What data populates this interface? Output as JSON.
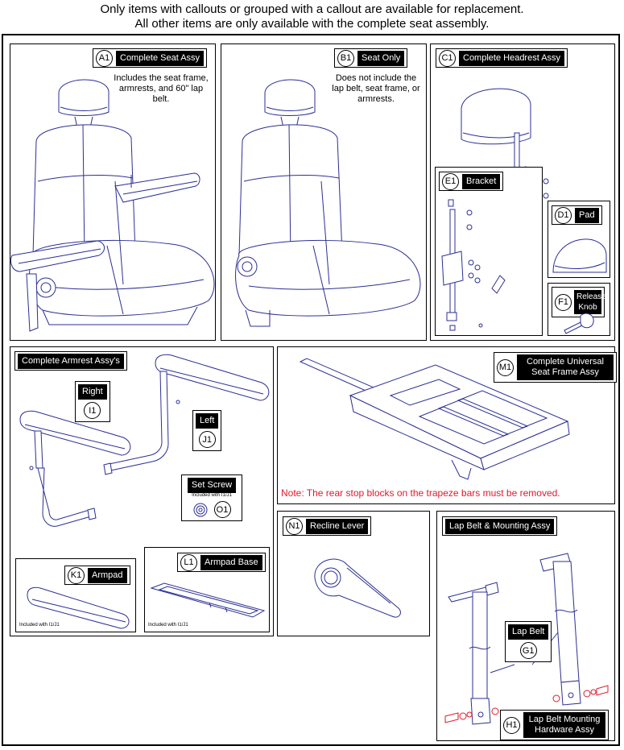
{
  "header": {
    "line1": "Only items with callouts or grouped with a callout are available for replacement.",
    "line2": "All other items are only available with the complete seat assembly."
  },
  "colors": {
    "line_art": "#2b2f94",
    "note_red": "#e0192b",
    "hardware_red": "#e0192b"
  },
  "panels": {
    "a1": {
      "code": "A1",
      "label": "Complete Seat Assy",
      "description": "Includes the seat frame, armrests, and 60\" lap belt."
    },
    "b1": {
      "code": "B1",
      "label": "Seat Only",
      "description": "Does not include the lap belt, seat frame, or armrests."
    },
    "c1": {
      "code": "C1",
      "label": "Complete Headrest Assy"
    },
    "e1": {
      "code": "E1",
      "label": "Bracket"
    },
    "d1": {
      "code": "D1",
      "label": "Pad"
    },
    "f1": {
      "code": "F1",
      "label": "Release Knob"
    },
    "armrest": {
      "title": "Complete Armrest Assy's"
    },
    "i1": {
      "code": "I1",
      "label": "Right"
    },
    "j1": {
      "code": "J1",
      "label": "Left"
    },
    "o1": {
      "code": "O1",
      "label": "Set Screw",
      "sub_label": "Included with I1/J1"
    },
    "k1": {
      "code": "K1",
      "label": "Armpad",
      "footnote": "Included with I1/J1"
    },
    "l1": {
      "code": "L1",
      "label": "Armpad Base",
      "footnote": "Included with I1/J1"
    },
    "m1": {
      "code": "M1",
      "label": "Complete Universal Seat Frame Assy",
      "note": "Note: The rear stop blocks on the trapeze bars must be removed."
    },
    "n1": {
      "code": "N1",
      "label": "Recline Lever"
    },
    "lapbelt": {
      "title": "Lap Belt & Mounting Assy"
    },
    "g1": {
      "code": "G1",
      "label": "Lap Belt"
    },
    "h1": {
      "code": "H1",
      "label": "Lap Belt Mounting Hardware Assy"
    }
  }
}
